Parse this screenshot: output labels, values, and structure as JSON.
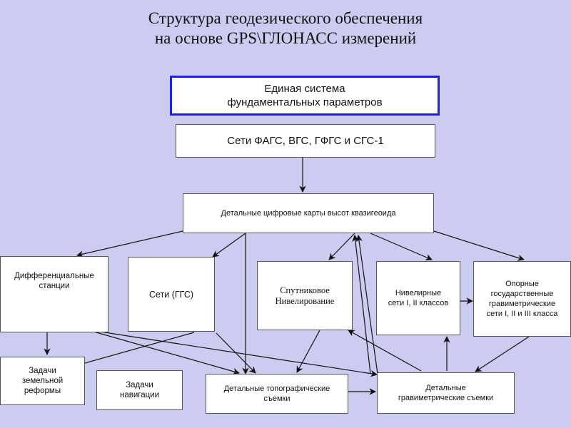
{
  "title": {
    "line1": "Структура геодезического обеспечения",
    "line2": "на основе GPS\\ГЛОНАСС измерений"
  },
  "nodes": {
    "unified": {
      "line1": "Единая система",
      "line2": "фундаментальных параметров"
    },
    "networks": {
      "text": "Сети ФАГС, ВГС, ГФГС и СГС-1"
    },
    "quasigeoid": {
      "text": "Детальные цифровые карты высот квазигеоида"
    },
    "differential": {
      "line1": "Дифференциальные",
      "line2": "станции"
    },
    "ggs": {
      "text": "Сети (ГГС)"
    },
    "satellite_leveling": {
      "line1": "Спутниковое",
      "line2": "Нивелирование"
    },
    "leveling_networks": {
      "line1": "Нивелирные",
      "line2": "сети I, II классов"
    },
    "gravimetric_networks": {
      "line1": "Опорные",
      "line2": "государственные",
      "line3": "гравиметрические",
      "line4": "сети I, II и III класса"
    },
    "land_reform": {
      "line1": "Задачи",
      "line2": "земельной",
      "line3": "реформы"
    },
    "navigation": {
      "line1": "Задачи",
      "line2": "навигации"
    },
    "topo_surveys": {
      "line1": "Детальные топографические",
      "line2": "съемки"
    },
    "gravimetric_surveys": {
      "line1": "Детальные",
      "line2": "гравиметрические съемки"
    }
  },
  "colors": {
    "background": "#ccccf0",
    "box_fill": "#ffffff",
    "box_border": "#555555",
    "highlight_border": "#2222cc",
    "arrow": "#111111"
  }
}
